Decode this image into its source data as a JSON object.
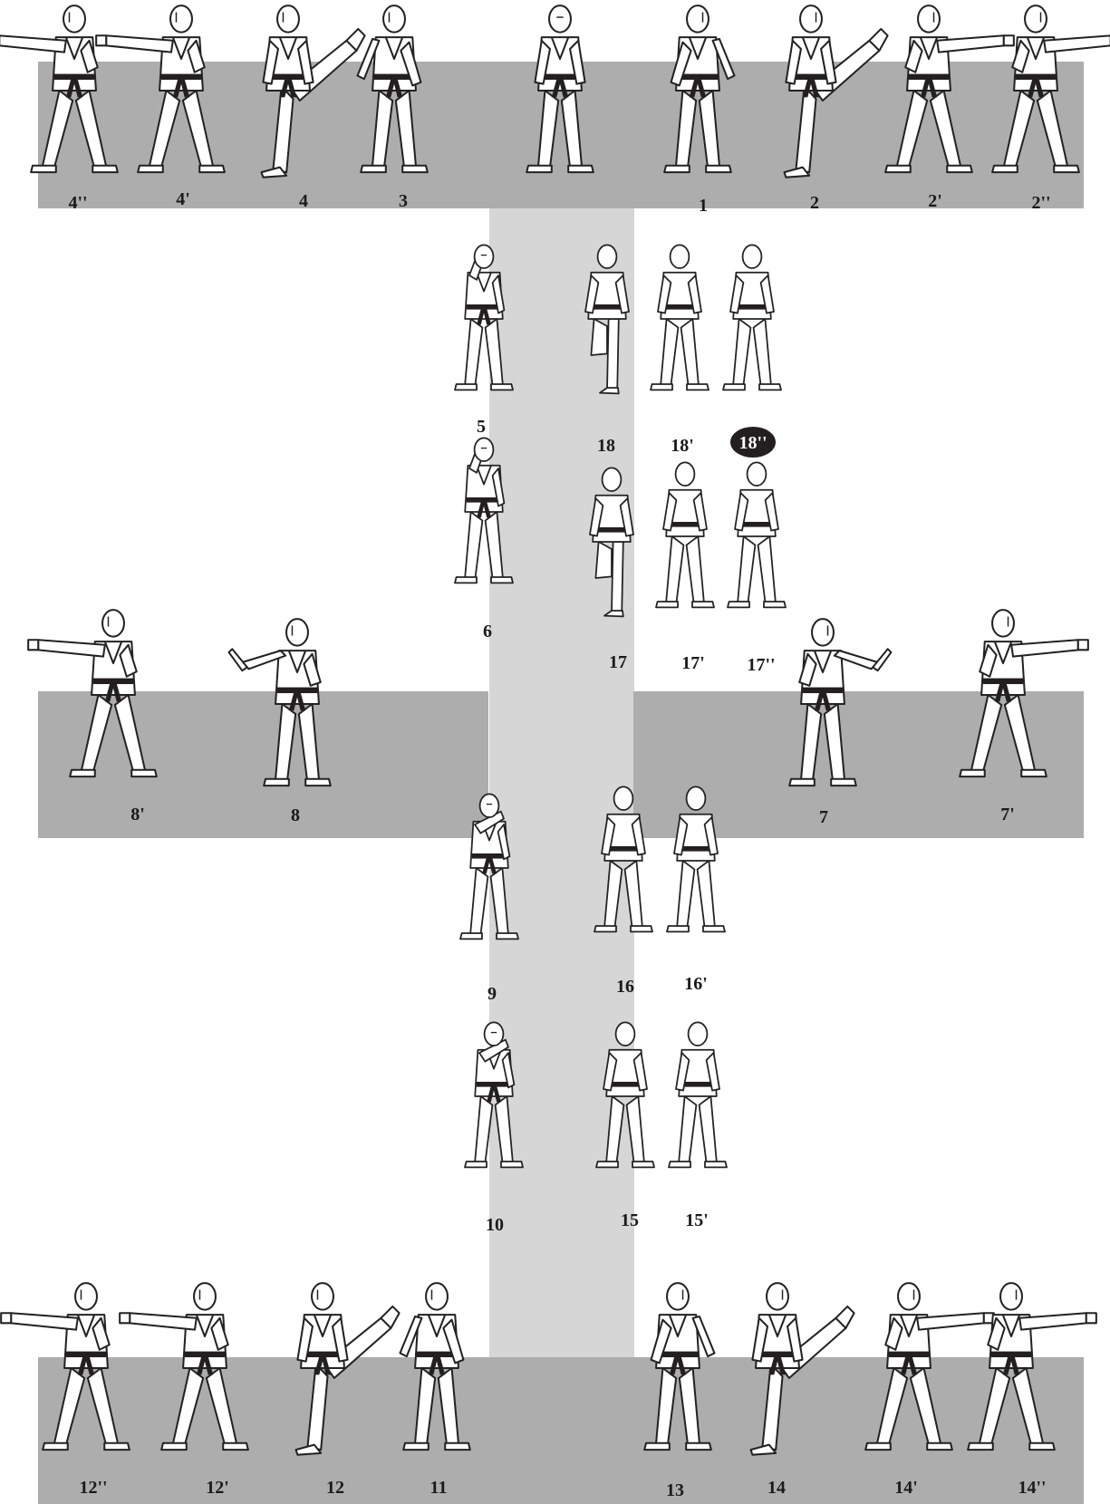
{
  "colors": {
    "band": "#adadad",
    "spine": "#d6d6d6",
    "figure_fill": "#ffffff",
    "figure_stroke": "#222222",
    "belt": "#231f20",
    "label": "#1a1a1a",
    "highlight": "#231f20"
  },
  "highlighted_step": "18''",
  "figures": [
    {
      "id": "4''",
      "label": "4''",
      "pose": "punch",
      "face": "left"
    },
    {
      "id": "4'",
      "label": "4'",
      "pose": "punch",
      "face": "left"
    },
    {
      "id": "4",
      "label": "4",
      "pose": "kick",
      "face": "left"
    },
    {
      "id": "3",
      "label": "3",
      "pose": "block",
      "face": "left"
    },
    {
      "id": "start",
      "label": "",
      "pose": "ready",
      "face": "front"
    },
    {
      "id": "1",
      "label": "1",
      "pose": "block",
      "face": "right"
    },
    {
      "id": "2",
      "label": "2",
      "pose": "kick",
      "face": "right"
    },
    {
      "id": "2'",
      "label": "2'",
      "pose": "punch",
      "face": "right"
    },
    {
      "id": "2''",
      "label": "2''",
      "pose": "punch",
      "face": "right"
    },
    {
      "id": "5",
      "label": "5",
      "pose": "guard",
      "face": "front"
    },
    {
      "id": "18",
      "label": "18",
      "pose": "back-kick",
      "face": "back"
    },
    {
      "id": "18'",
      "label": "18'",
      "pose": "back",
      "face": "back"
    },
    {
      "id": "18''",
      "label": "18''",
      "pose": "back",
      "face": "back"
    },
    {
      "id": "6",
      "label": "6",
      "pose": "guard",
      "face": "front"
    },
    {
      "id": "17",
      "label": "17",
      "pose": "back-kick",
      "face": "back"
    },
    {
      "id": "17'",
      "label": "17'",
      "pose": "back",
      "face": "back"
    },
    {
      "id": "17''",
      "label": "17''",
      "pose": "back",
      "face": "back"
    },
    {
      "id": "8'",
      "label": "8'",
      "pose": "punch",
      "face": "left"
    },
    {
      "id": "8",
      "label": "8",
      "pose": "knife",
      "face": "left"
    },
    {
      "id": "7",
      "label": "7",
      "pose": "knife",
      "face": "right"
    },
    {
      "id": "7'",
      "label": "7'",
      "pose": "punch",
      "face": "right"
    },
    {
      "id": "9",
      "label": "9",
      "pose": "chest",
      "face": "front"
    },
    {
      "id": "16",
      "label": "16",
      "pose": "back",
      "face": "back"
    },
    {
      "id": "16'",
      "label": "16'",
      "pose": "back",
      "face": "back"
    },
    {
      "id": "10",
      "label": "10",
      "pose": "chest",
      "face": "front"
    },
    {
      "id": "15",
      "label": "15",
      "pose": "back",
      "face": "back"
    },
    {
      "id": "15'",
      "label": "15'",
      "pose": "back",
      "face": "back"
    },
    {
      "id": "12''",
      "label": "12''",
      "pose": "punch",
      "face": "left"
    },
    {
      "id": "12'",
      "label": "12'",
      "pose": "punch",
      "face": "left"
    },
    {
      "id": "12",
      "label": "12",
      "pose": "kick",
      "face": "left"
    },
    {
      "id": "11",
      "label": "11",
      "pose": "block",
      "face": "left"
    },
    {
      "id": "13",
      "label": "13",
      "pose": "block",
      "face": "right"
    },
    {
      "id": "14",
      "label": "14",
      "pose": "kick",
      "face": "right"
    },
    {
      "id": "14'",
      "label": "14'",
      "pose": "punch",
      "face": "right"
    },
    {
      "id": "14''",
      "label": "14''",
      "pose": "punch",
      "face": "right"
    }
  ]
}
